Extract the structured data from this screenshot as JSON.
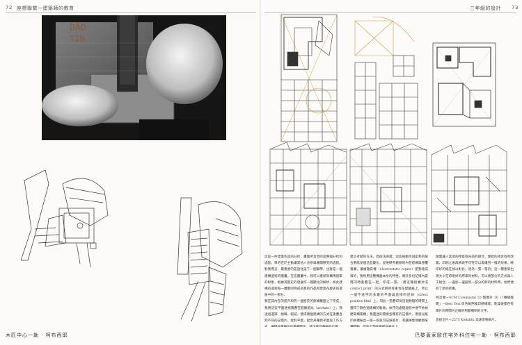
{
  "left_page": {
    "page_number": "72",
    "running_head": "座標聯繫一建築師的教育",
    "footer": "木匠中心一勒 · 柯布西耶",
    "photo_letters": [
      "DÃO",
      "TIN"
    ]
  },
  "right_page": {
    "page_number": "73",
    "running_head": "三年級的設計",
    "footer": "巴黎蓋家歐住宅外科住宅一勒 · 柯布西耶",
    "body_col1": [
      "這是一件建築作品的分析，畫面所呈現的是整個分析的過程，目的在於主動讓其他人也參與審閱研究的過程。對我而言，最重要的是過往設下一個顯學，也就是一個建構過程的圖畫。在這圖畫中，我可以重新架構用建築的對象，根據其歷史的發展作一種變化的解析，如此建構的過程每一層都同時成為我的作品和建築在歷史的進展中的一部分。",
      "我在其內在的提升和另一個歷史的建構層面之下完成，我將這些平面透視圖疊在醋酸紙乩（acetate）上，我透過選擇、組織、刪減，使得兩個建構的方式在重疊各別不同的記憶片，揉對平面，配合某種我平面與工作方式，選擇採用重合的筆觸變化，我下來是重要的位置"
    ],
    "body_col2": [
      "建立考歷的方法，想辦法保證；這些統動作說是和的組合重歐某個這些變化，從唯研究觀察的內在結構與重覆寬廣，讓複雜其機（electrostatic copier）使我達成目的，我利用這種機器本身的特性，將許多份記憶內容用同時重疊在一起，印成一張。（用這種接觸沖洗 contact print）的方式把所有重合在醋酸紙上，所以一個不透平的多層的平面與直接的記錄（direct positive film）上，同此一張疊印從這個條理的時間上獲得了數各個建構的對象，依序的處理過程中便不依依建築構築機；我遺迷的需要各種有的記憶片，用感光紙印刷機輸出一張一張就可記錄張片，有讓彈性地觀察某種變動，然後出現在最終的紙片上。"
    ],
    "body_col3": [
      "做面讓人其他的物質或先前的組合，使新的組合有所改變，印刷之後再將表字可在可以再讓另一樣的效果。將印好的紙在加以對比，因為一張一張的；這一種重新出現大小在印刷好的原來的材料，可以將部分的方式與人工組合，一邊加一邊刪另一部分的新的材料時，他們便有了新的結構。",
      "柯吾機—SCM Coronastat 55 電爆計 10（「傳播媒體」—Best Test 白色紙用複印紙構成。乾燥後都在有兩片的時間內正確的判斷機制的文字。",
      "直接正片—2575 Kodalith 高速燈製軟片。"
    ]
  }
}
